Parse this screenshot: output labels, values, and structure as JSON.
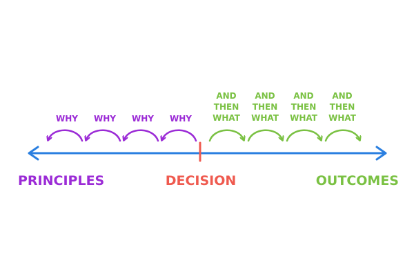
{
  "diagram": {
    "colors": {
      "axis": "#2a7fe0",
      "decision": "#ef5a4f",
      "principles": "#9b2bd6",
      "outcomes": "#7ac143"
    },
    "labels": {
      "principles": "PRINCIPLES",
      "decision": "DECISION",
      "outcomes": "OUTCOMES"
    },
    "why_steps": [
      {
        "label": "WHY"
      },
      {
        "label": "WHY"
      },
      {
        "label": "WHY"
      },
      {
        "label": "WHY"
      }
    ],
    "then_steps": [
      {
        "lines": [
          "AND",
          "THEN",
          "WHAT"
        ]
      },
      {
        "lines": [
          "AND",
          "THEN",
          "WHAT"
        ]
      },
      {
        "lines": [
          "AND",
          "THEN",
          "WHAT"
        ]
      },
      {
        "lines": [
          "AND",
          "THEN",
          "WHAT"
        ]
      }
    ]
  }
}
